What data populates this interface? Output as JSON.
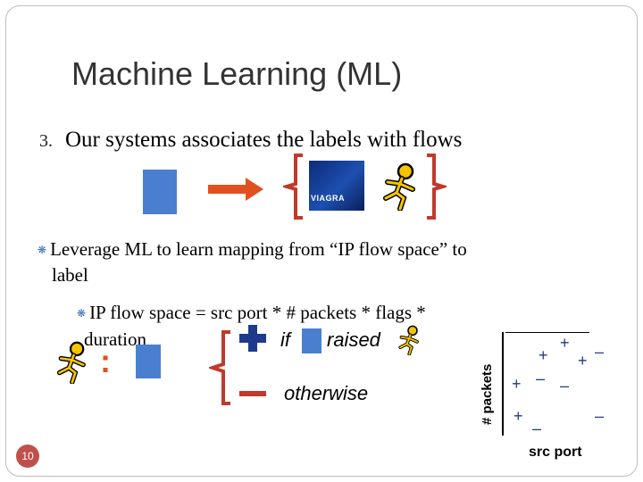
{
  "slide": {
    "title": "Machine Learning (ML)",
    "point3": {
      "number": "3.",
      "text": "Our systems associates the labels with flows"
    },
    "viagra_label": "VIAGRA",
    "bullet1_line1": "Leverage ML to learn mapping from “IP flow space” to",
    "bullet1_line2": "label",
    "bullet2_line1": "IP flow space = src port * # packets * flags *",
    "bullet2_line2": "duration",
    "cond_if": "if",
    "cond_raised": "raised",
    "cond_otherwise": "otherwise",
    "colon": ":",
    "page_number": "10"
  },
  "scatter": {
    "ylabel": "# packets",
    "xlabel": "src port",
    "plus_symbol": "+",
    "minus_symbol": "–"
  },
  "colors": {
    "block_blue": "#4a7fd0",
    "arrow_orange": "#e2501f",
    "bracket_red": "#c0392b",
    "aim_yellow": "#f5c400",
    "plus_navy": "#1f3a8a",
    "minus_red": "#c0392b"
  }
}
